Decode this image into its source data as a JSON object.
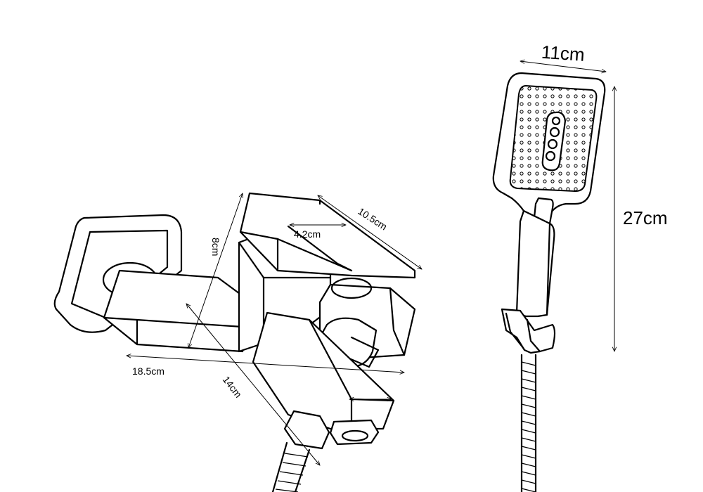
{
  "dimensions": {
    "faucet_length": "18.5cm",
    "faucet_depth": "14cm",
    "faucet_height": "8cm",
    "spout_length": "10.5cm",
    "spout_opening": "4.2cm",
    "head_width": "11cm",
    "shower_height": "27cm"
  },
  "colors": {
    "line": "#000000",
    "background": "#ffffff"
  }
}
